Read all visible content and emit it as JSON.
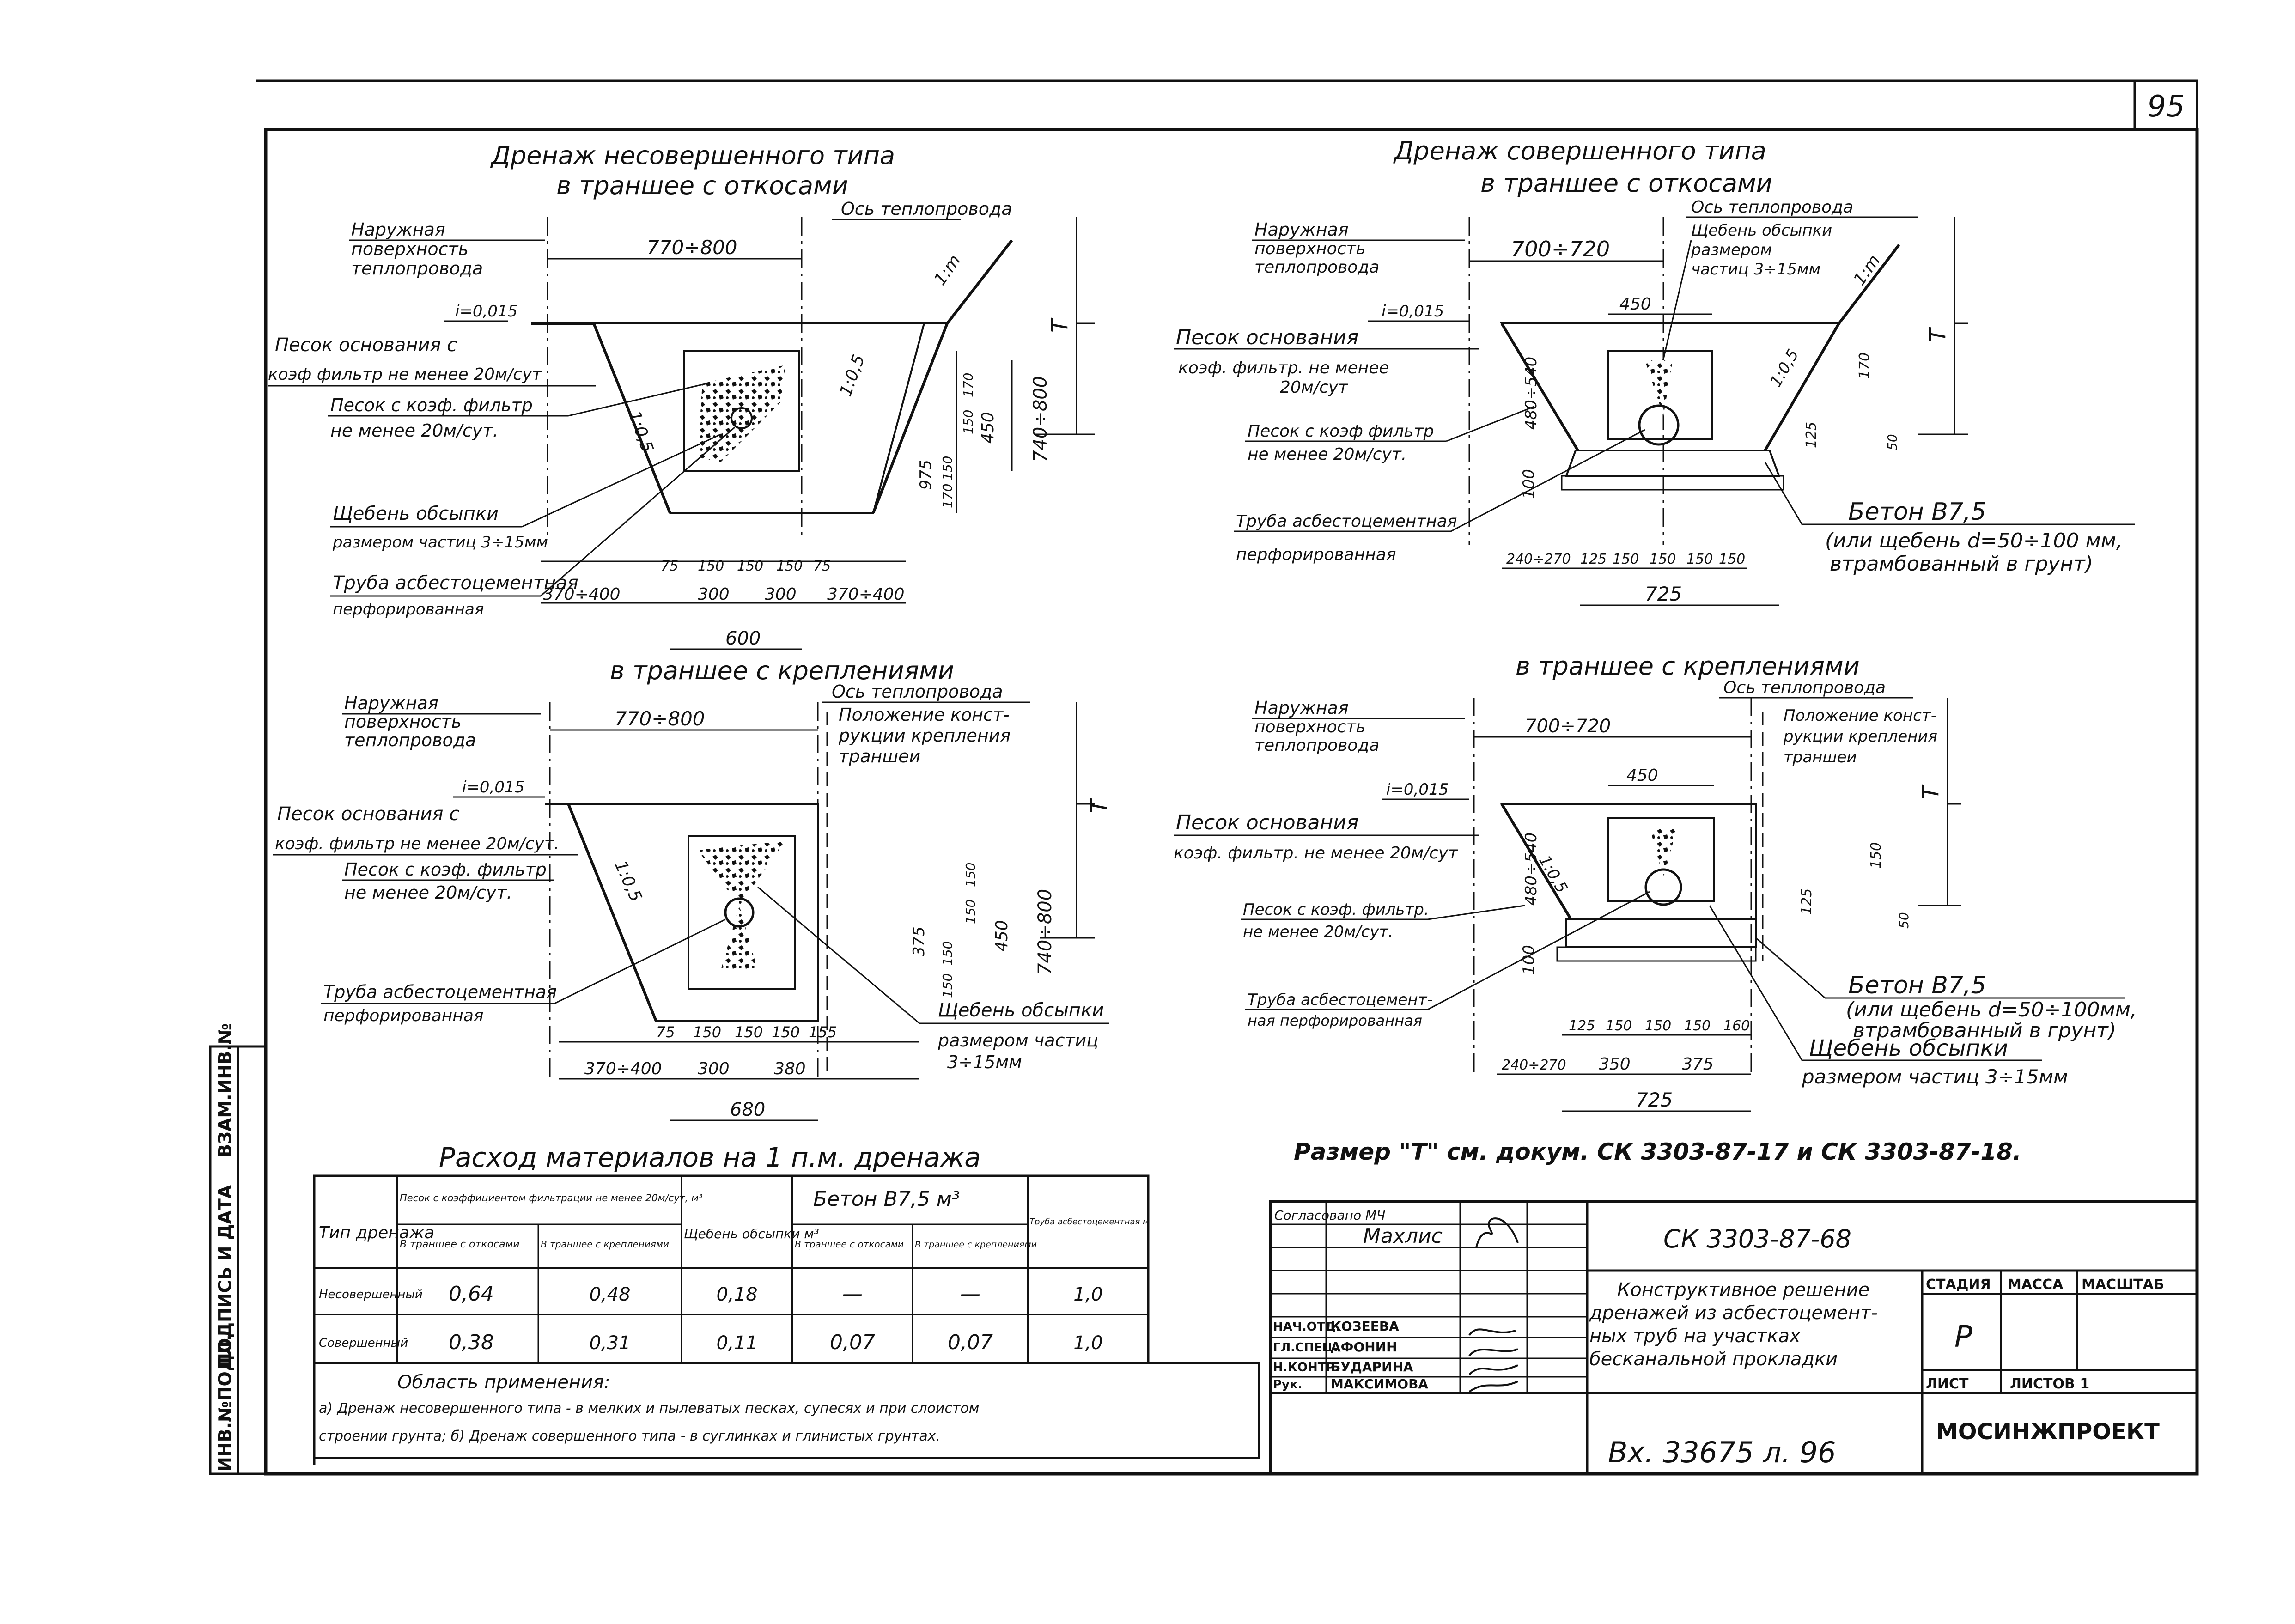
{
  "page_number": "95",
  "upper_left": {
    "title": "Дренаж несовершенного типа",
    "subtitle": "в траншее с откосами",
    "axis": "Ось теплопровода",
    "outer_surface": [
      "Наружная",
      "поверхность",
      "теплопровода"
    ],
    "dim_top": "770÷800",
    "slope": "i=0,015",
    "sand_base": "Песок основания с",
    "sand_base2": "коэф фильтр не менее 20м/сут",
    "sand_coef": "Песок с коэф. фильтр",
    "sand_coef2": "не менее 20м/сут.",
    "gravel": "Щебень обсыпки",
    "gravel2": "размером частиц 3÷15мм",
    "pipe": "Труба асбестоцементная",
    "pipe2": "перфорированная",
    "slope_ratio_left": "1:0,5",
    "slope_ratio_right": "1:0,5",
    "slope_m": "1:m",
    "T": "T",
    "dim_975": "975",
    "dim_450": "450",
    "dim_740": "740÷800",
    "dims_inner": [
      "75",
      "150",
      "150",
      "150",
      "75"
    ],
    "dims_inner_v": [
      "170",
      "150",
      "150",
      "170"
    ],
    "dims_bottom": [
      "370÷400",
      "300",
      "300",
      "370÷400"
    ],
    "dim_width": "600"
  },
  "lower_left": {
    "subtitle": "в траншее с креплениями",
    "axis": "Ось теплопровода",
    "outer_surface": [
      "Наружная",
      "поверхность",
      "теплопровода"
    ],
    "dim_top": "770÷800",
    "support_note": [
      "Положение конст-",
      "рукции крепления",
      "траншеи"
    ],
    "slope": "i=0,015",
    "sand_base": "Песок основания с",
    "sand_base2": "коэф. фильтр не менее 20м/сут.",
    "sand_coef": "Песок с коэф. фильтр",
    "sand_coef2": "не менее 20м/сут.",
    "pipe": "Труба асбестоцементная",
    "pipe2": "перфорированная",
    "gravel": "Щебень обсыпки",
    "gravel2": "размером частиц",
    "gravel3": "3÷15мм",
    "slope_ratio": "1:0,5",
    "T": "T",
    "dim_375": "375",
    "dim_450": "450",
    "dim_740": "740÷800",
    "dims_inner": [
      "75",
      "150",
      "150",
      "150",
      "155"
    ],
    "dims_inner_v": [
      "150",
      "150",
      "150",
      "150"
    ],
    "dims_bottom": [
      "370÷400",
      "300",
      "380"
    ],
    "dim_width": "680"
  },
  "upper_right": {
    "title": "Дренаж совершенного типа",
    "subtitle": "в траншее с откосами",
    "axis": "Ось теплопровода",
    "outer_surface": [
      "Наружная",
      "поверхность",
      "теплопровода"
    ],
    "dim_top": "700÷720",
    "gravel_note": [
      "Щебень обсыпки",
      "размером",
      "частиц 3÷15мм"
    ],
    "slope": "i=0,015",
    "dim_450": "450",
    "sand_base": "Песок основания",
    "sand_base2": "коэф. фильтр. не менее",
    "sand_base3": "20м/сут",
    "sand_coef": "Песок с коэф фильтр",
    "sand_coef2": "не менее 20м/сут.",
    "pipe": "Труба асбестоцементная",
    "pipe2": "перфорированная",
    "concrete": "Бетон В7,5",
    "concrete2": "(или щебень d=50÷100 мм,",
    "concrete3": "втрамбованный в грунт)",
    "slope_ratio": "1:0,5",
    "slope_m": "1:m",
    "T": "T",
    "dim_v1": "480÷540",
    "dim_100": "100",
    "dim_170": "170",
    "dim_125": "125",
    "dim_50": "50",
    "dims_bottom": [
      "240÷270",
      "125",
      "150",
      "150",
      "150",
      "150"
    ],
    "dim_width": "725"
  },
  "lower_right": {
    "subtitle": "в траншее с креплениями",
    "axis": "Ось теплопровода",
    "outer_surface": [
      "Наружная",
      "поверхность",
      "теплопровода"
    ],
    "dim_top": "700÷720",
    "support_note": [
      "Положение конст-",
      "рукции крепления",
      "траншеи"
    ],
    "slope": "i=0,015",
    "dim_450": "450",
    "sand_base": "Песок основания",
    "sand_base2": "коэф. фильтр. не менее 20м/сут",
    "sand_coef": "Песок с коэф. фильтр.",
    "sand_coef2": "не менее 20м/сут.",
    "pipe": "Труба асбестоцемент-",
    "pipe2": "ная перфорированная",
    "concrete": "Бетон В7,5",
    "concrete2": "(или щебень d=50÷100мм,",
    "concrete3": "втрамбованный в грунт)",
    "gravel": "Щебень обсыпки",
    "gravel2": "размером частиц 3÷15мм",
    "slope_ratio": "1:0,5",
    "T": "T",
    "dim_v1": "480÷540",
    "dim_100": "100",
    "dim_150": "150",
    "dim_125": "125",
    "dim_50": "50",
    "dims_bottom": [
      "125",
      "150",
      "150",
      "150",
      "160"
    ],
    "dims_bottom2": [
      "240÷270",
      "350",
      "375"
    ],
    "dim_width": "725"
  },
  "size_note": "Размер \"Т\" см. докум. СК 3303-87-17 и СК 3303-87-18.",
  "materials_table": {
    "title": "Расход материалов на 1 п.м. дренажа",
    "col_type": "Тип дренажа",
    "col_sand": "Песок с коэффициентом фильтрации не менее 20м/сут, м³",
    "col_sand_a": "В траншее с откосами",
    "col_sand_b": "В траншее с креплениями",
    "col_gravel": "Щебень обсыпки м³",
    "col_concrete": "Бетон В7,5 м³",
    "col_concrete_a": "В траншее с откосами",
    "col_concrete_b": "В траншее с креплениями",
    "col_pipe": "Труба асбестоцементная м",
    "rows": [
      {
        "type": "Несовершенный",
        "sand_a": "0,64",
        "sand_b": "0,48",
        "gravel": "0,18",
        "conc_a": "—",
        "conc_b": "—",
        "pipe": "1,0"
      },
      {
        "type": "Совершенный",
        "sand_a": "0,38",
        "sand_b": "0,31",
        "gravel": "0,11",
        "conc_a": "0,07",
        "conc_b": "0,07",
        "pipe": "1,0"
      }
    ],
    "scope_title": "Область применения:",
    "scope_line1": "а) Дренаж несовершенного типа - в мелких и пылеватых песках, супесях и при слоистом",
    "scope_line2": "строении грунта; б) Дренаж совершенного типа - в суглинках и глинистых грунтах."
  },
  "title_block": {
    "agreed": "Согласовано МЧ",
    "agreed_name": "Махлис",
    "roles": [
      "НАЧ.ОТД.",
      "ГЛ.СПЕЦ.",
      "Н.КОНТР.",
      "Рук."
    ],
    "names": [
      "КОЗЕЕВА",
      "АФОНИН",
      "БУДАРИНА",
      "МАКСИМОВА"
    ],
    "doc_code": "СК 3303-87-68",
    "description": [
      "Конструктивное решение",
      "дренажей из асбестоцемент-",
      "ных труб на участках",
      "бесканальной прокладки"
    ],
    "stage_label": "СТАДИЯ",
    "mass_label": "МАССА",
    "scale_label": "МАСШТАБ",
    "stage": "Р",
    "sheet_label": "ЛИСТ",
    "sheets_label": "ЛИСТОВ 1",
    "org": "МОСИНЖПРОЕКТ",
    "inventory": "Вх. 33675 л. 96"
  },
  "side_stamp": [
    "ИНВ.№ПОДЛ.",
    "ПОДПИСЬ И ДАТА",
    "ВЗАМ.ИНВ.№"
  ]
}
